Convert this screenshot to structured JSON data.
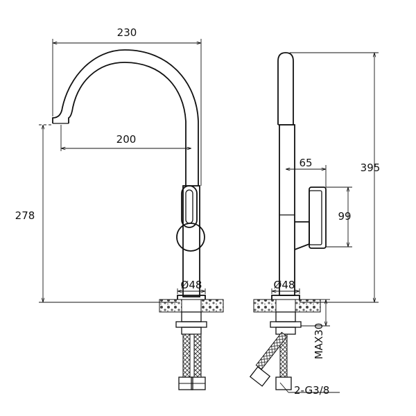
{
  "front_view": {
    "dims": {
      "spout_reach_total": "230",
      "spout_reach": "200",
      "spout_height": "278",
      "base_diameter": "Ø48"
    }
  },
  "side_view": {
    "dims": {
      "overall_height": "395",
      "handle_offset": "65",
      "handle_height": "99",
      "base_diameter": "Ø48",
      "max_deck_thickness": "MAX30",
      "hose_connection": "2-G3/8"
    }
  }
}
